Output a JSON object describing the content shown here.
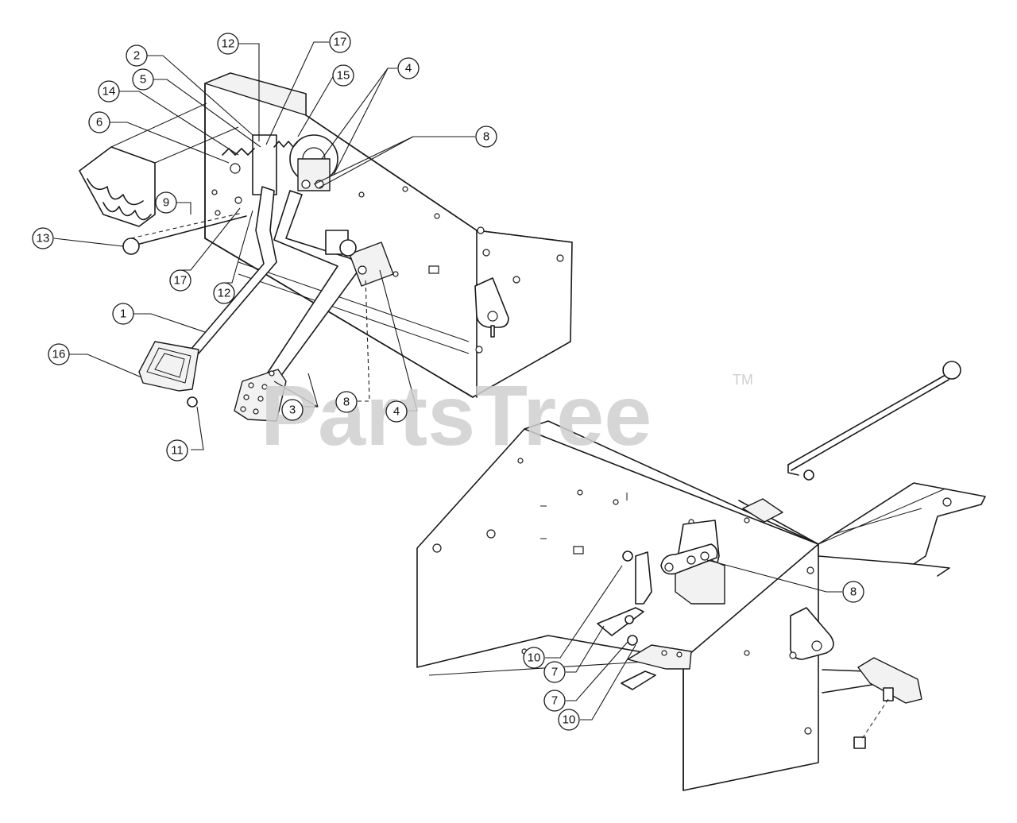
{
  "watermark": {
    "text": "PartsTree",
    "trademark": "TM"
  },
  "callouts": [
    {
      "id": "c-12a",
      "label": "12"
    },
    {
      "id": "c-17a",
      "label": "17"
    },
    {
      "id": "c-2",
      "label": "2"
    },
    {
      "id": "c-5",
      "label": "5"
    },
    {
      "id": "c-14",
      "label": "14"
    },
    {
      "id": "c-15",
      "label": "15"
    },
    {
      "id": "c-4a",
      "label": "4"
    },
    {
      "id": "c-6",
      "label": "6"
    },
    {
      "id": "c-8a",
      "label": "8"
    },
    {
      "id": "c-9",
      "label": "9"
    },
    {
      "id": "c-13",
      "label": "13"
    },
    {
      "id": "c-17b",
      "label": "17"
    },
    {
      "id": "c-12b",
      "label": "12"
    },
    {
      "id": "c-1",
      "label": "1"
    },
    {
      "id": "c-16",
      "label": "16"
    },
    {
      "id": "c-3",
      "label": "3"
    },
    {
      "id": "c-8b",
      "label": "8"
    },
    {
      "id": "c-4b",
      "label": "4"
    },
    {
      "id": "c-11",
      "label": "11"
    },
    {
      "id": "c-8c",
      "label": "8"
    },
    {
      "id": "c-10a",
      "label": "10"
    },
    {
      "id": "c-7a",
      "label": "7"
    },
    {
      "id": "c-7b",
      "label": "7"
    },
    {
      "id": "c-10b",
      "label": "10"
    }
  ]
}
